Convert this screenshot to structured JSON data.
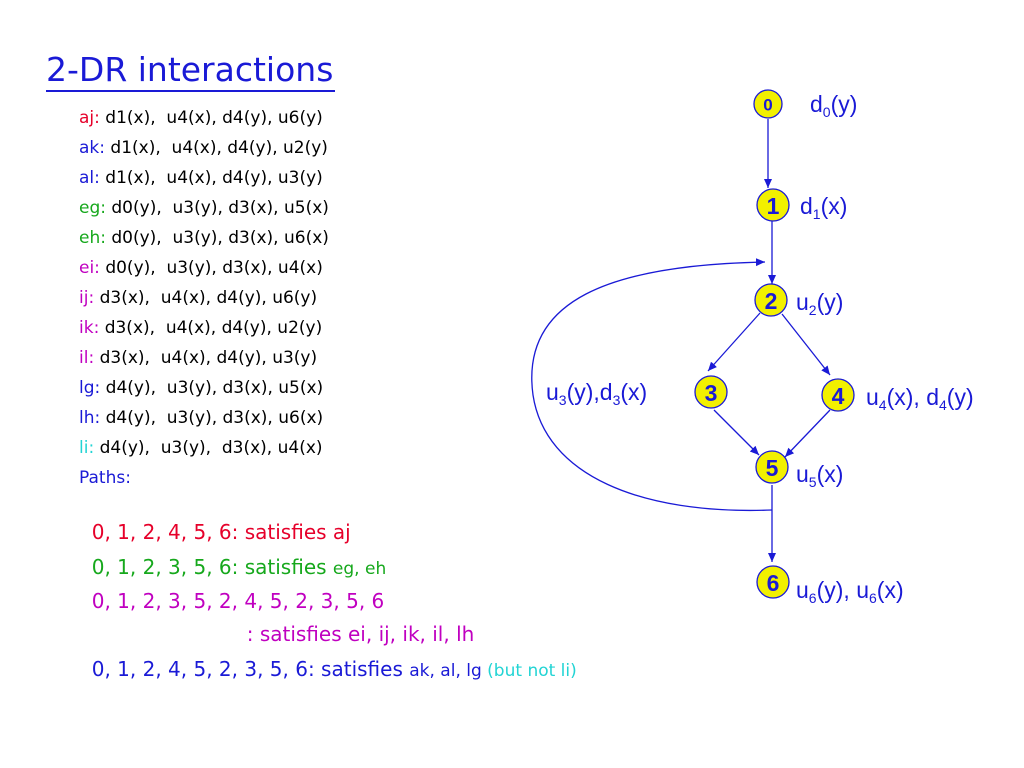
{
  "title": "2-DR interactions",
  "pairs": [
    {
      "key": "aj:",
      "color": "#e6002a",
      "value": " d1(x),  u4(x), d4(y), u6(y)"
    },
    {
      "key": "ak:",
      "color": "#1a1ad6",
      "value": " d1(x),  u4(x), d4(y), u2(y)"
    },
    {
      "key": "al:",
      "color": "#1a1ad6",
      "value": " d1(x),  u4(x), d4(y), u3(y)"
    },
    {
      "key": "eg:",
      "color": "#16a81c",
      "value": " d0(y),  u3(y), d3(x), u5(x)"
    },
    {
      "key": "eh:",
      "color": "#16a81c",
      "value": " d0(y),  u3(y), d3(x), u6(x)"
    },
    {
      "key": "ei:",
      "color": "#c000c0",
      "value": " d0(y),  u3(y), d3(x), u4(x)"
    },
    {
      "key": "ij:",
      "color": "#c000c0",
      "value": " d3(x),  u4(x), d4(y), u6(y)"
    },
    {
      "key": "ik:",
      "color": "#c000c0",
      "value": " d3(x),  u4(x), d4(y), u2(y)"
    },
    {
      "key": "il:",
      "color": "#c000c0",
      "value": " d3(x),  u4(x), d4(y), u3(y)"
    },
    {
      "key": "lg:",
      "color": "#1a1ad6",
      "value": " d4(y),  u3(y), d3(x), u5(x)"
    },
    {
      "key": "lh:",
      "color": "#1a1ad6",
      "value": " d4(y),  u3(y), d3(x), u6(x)"
    },
    {
      "key": "li:",
      "color": "#22d4d4",
      "value": " d4(y),  u3(y),  d3(x), u4(x)"
    }
  ],
  "paths_label": "Paths:",
  "paths": {
    "p1": {
      "text": "0, 1, 2, 4, 5, 6: satisfies aj",
      "color": "#e6002a"
    },
    "p2": {
      "text": "0, 1, 2, 3, 5, 6: satisfies ",
      "tail": "eg, eh",
      "color": "#16a81c"
    },
    "p3": {
      "text": "0, 1, 2, 3, 5, 2, 4, 5, 2, 3, 5, 6",
      "color": "#c000c0"
    },
    "p3b": {
      "text": ": satisfies ei, ij, ik, il, lh",
      "color": "#c000c0"
    },
    "p4": {
      "text": "0, 1, 2, 4, 5, 2, 3, 5, 6: satisfies ",
      "tail": "ak, al, lg ",
      "note": "(but not li)",
      "color": "#1a1ad6",
      "note_color": "#22d4d4"
    }
  },
  "graph": {
    "node_fill": "#f2f000",
    "nodes": {
      "n0": {
        "num": "0",
        "label": "d",
        "sub": "0",
        "rest": "(y)"
      },
      "n1": {
        "num": "1",
        "label": "d",
        "sub": "1",
        "rest": "(x)"
      },
      "n2": {
        "num": "2",
        "label": "u",
        "sub": "2",
        "rest": "(y)"
      },
      "n3": {
        "num": "3",
        "a": "u",
        "asub": "3",
        "b": "(y),d",
        "bsub": "3",
        "c": "(x)"
      },
      "n4": {
        "num": "4",
        "a": "u",
        "asub": "4",
        "b": "(x), d",
        "bsub": "4",
        "c": "(y)"
      },
      "n5": {
        "num": "5",
        "label": "u",
        "sub": "5",
        "rest": "(x)"
      },
      "n6": {
        "num": "6",
        "a": "u",
        "asub": "6",
        "b": "(y), u",
        "bsub": "6",
        "c": "(x)"
      }
    }
  }
}
